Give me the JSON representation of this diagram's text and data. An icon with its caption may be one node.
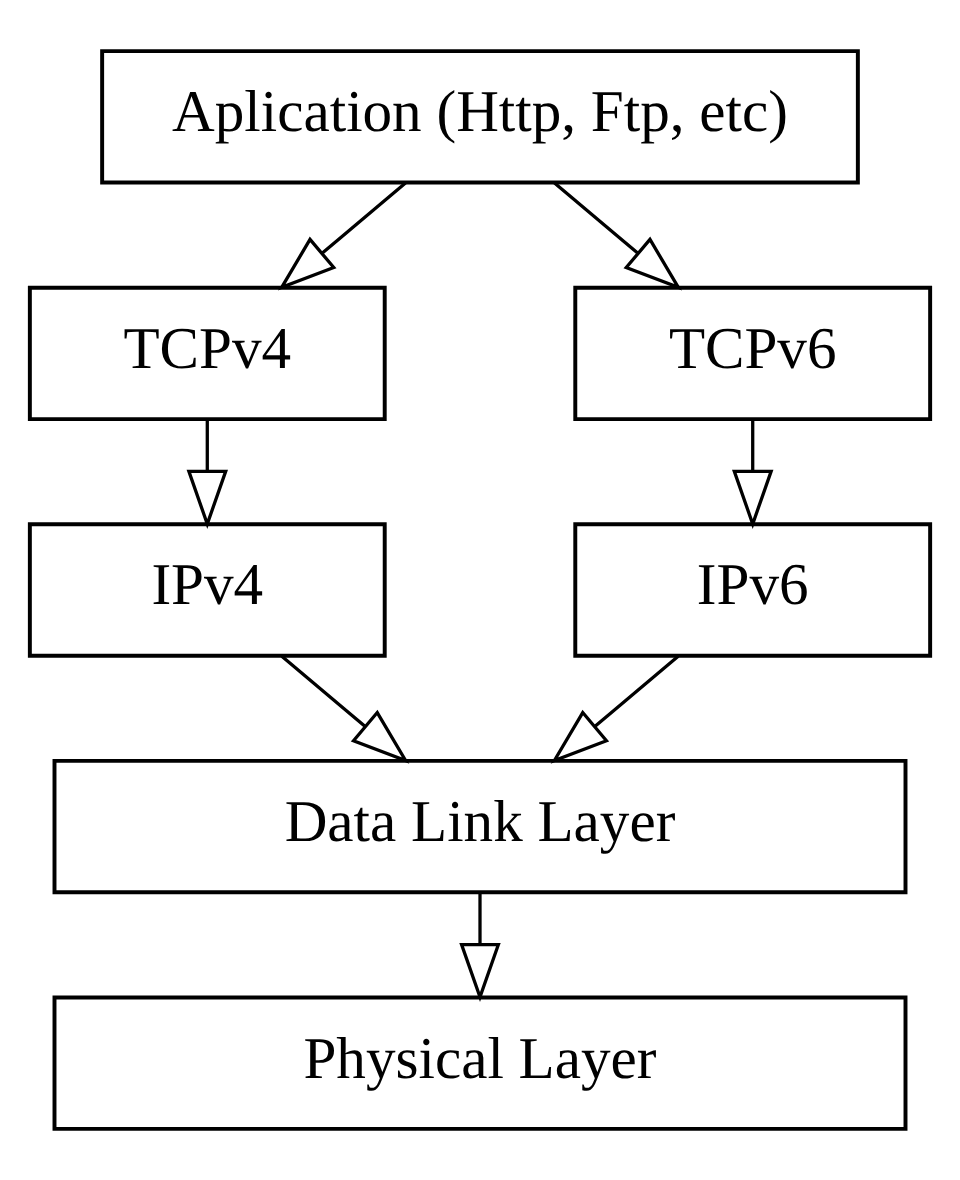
{
  "diagram": {
    "nodes": [
      {
        "text": [
          "Aplication (Http, Ftp, etc)"
        ]
      },
      {
        "text": [
          "TCPv4"
        ]
      },
      {
        "text": [
          "TCPv6"
        ]
      },
      {
        "text": [
          "IPv4"
        ]
      },
      {
        "text": [
          "IPv6"
        ]
      },
      {
        "text": [
          "Data Link Layer"
        ]
      },
      {
        "text": [
          "Physical Layer"
        ]
      }
    ],
    "edges": [
      {
        "from": 0,
        "to": 1,
        "arrow": "to"
      },
      {
        "from": 0,
        "to": 2,
        "arrow": "to"
      },
      {
        "from": 1,
        "to": 3,
        "arrow": "to"
      },
      {
        "from": 2,
        "to": 4,
        "arrow": "to"
      },
      {
        "from": 3,
        "to": 5,
        "arrow": "to"
      },
      {
        "from": 4,
        "to": 5,
        "arrow": "to"
      },
      {
        "from": 5,
        "to": 6,
        "arrow": "to"
      }
    ]
  }
}
